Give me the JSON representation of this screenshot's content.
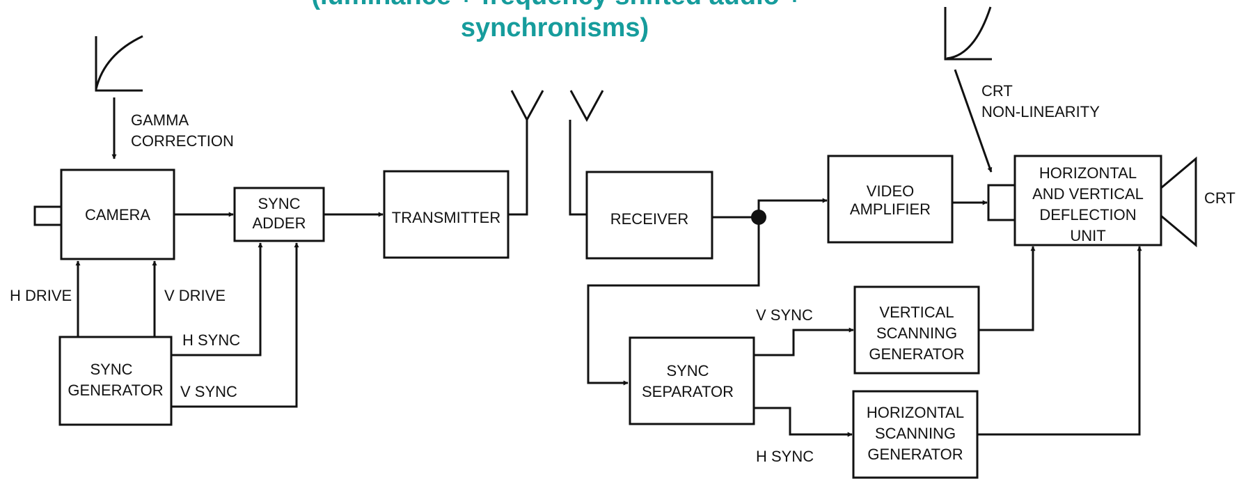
{
  "title_lines": [
    "(luminance + frequency shifted audio +",
    "synchronisms)"
  ],
  "colors": {
    "title": "#169c9c",
    "line": "#111111",
    "background": "#ffffff"
  },
  "blocks": {
    "camera": [
      "CAMERA"
    ],
    "sync_adder": [
      "SYNC",
      "ADDER"
    ],
    "transmitter": [
      "TRANSMITTER"
    ],
    "receiver": [
      "RECEIVER"
    ],
    "video_amplifier": [
      "VIDEO",
      "AMPLIFIER"
    ],
    "deflection_unit": [
      "HORIZONTAL",
      "AND VERTICAL",
      "DEFLECTION",
      "UNIT"
    ],
    "sync_generator": [
      "SYNC",
      "GENERATOR"
    ],
    "sync_separator": [
      "SYNC",
      "SEPARATOR"
    ],
    "vertical_scanning_generator": [
      "VERTICAL",
      "SCANNING",
      "GENERATOR"
    ],
    "horizontal_scanning_generator": [
      "HORIZONTAL",
      "SCANNING",
      "GENERATOR"
    ]
  },
  "labels": {
    "gamma_correction": [
      "GAMMA",
      "CORRECTION"
    ],
    "crt_nonlinearity": [
      "CRT",
      "NON-LINEARITY"
    ],
    "crt": "CRT",
    "h_drive": "H DRIVE",
    "v_drive": "V DRIVE",
    "h_sync_tx": "H SYNC",
    "v_sync_tx": "V SYNC",
    "v_sync_rx": "V SYNC",
    "h_sync_rx": "H SYNC"
  }
}
